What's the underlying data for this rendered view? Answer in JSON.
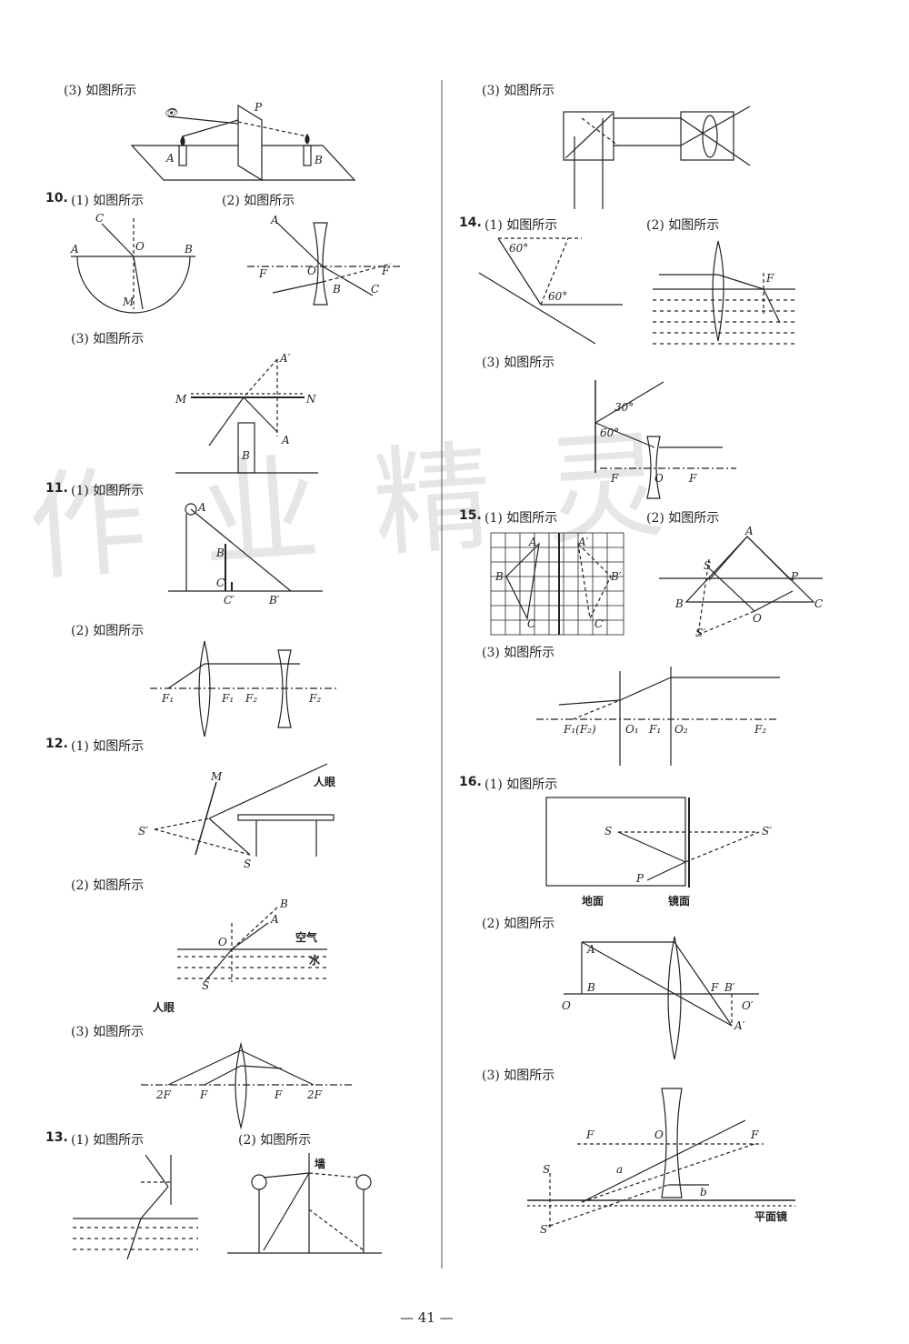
{
  "lines": {
    "l9_3": "(3) 如图所示",
    "l10_1": "(1) 如图所示",
    "l10_2": "(2) 如图所示",
    "l10_3": "(3) 如图所示",
    "l11_1": "(1) 如图所示",
    "l11_2": "(2) 如图所示",
    "l12_1": "(1) 如图所示",
    "l12_2": "(2) 如图所示",
    "l12_3": "(3) 如图所示",
    "l13_1": "(1) 如图所示",
    "l13_2": "(2) 如图所示",
    "r13_3": "(3) 如图所示",
    "r14_1": "(1) 如图所示",
    "r14_2": "(2) 如图所示",
    "r14_3": "(3) 如图所示",
    "r15_1": "(1) 如图所示",
    "r15_2": "(2) 如图所示",
    "r15_3": "(3) 如图所示",
    "r16_1": "(1) 如图所示",
    "r16_2": "(2) 如图所示",
    "r16_3": "(3) 如图所示"
  },
  "numbers": {
    "n10": "10.",
    "n11": "11.",
    "n12": "12.",
    "n13": "13.",
    "n14": "14.",
    "n15": "15.",
    "n16": "16."
  },
  "page_number": "— 41 —",
  "watermark": "作业精灵",
  "labels": {
    "eye": "人眼",
    "air": "空气",
    "water": "水",
    "wall": "墙",
    "ground": "地面",
    "mirror": "镜面",
    "plane_mirror": "平面镜",
    "angle60": "60°",
    "angle30": "30°"
  }
}
